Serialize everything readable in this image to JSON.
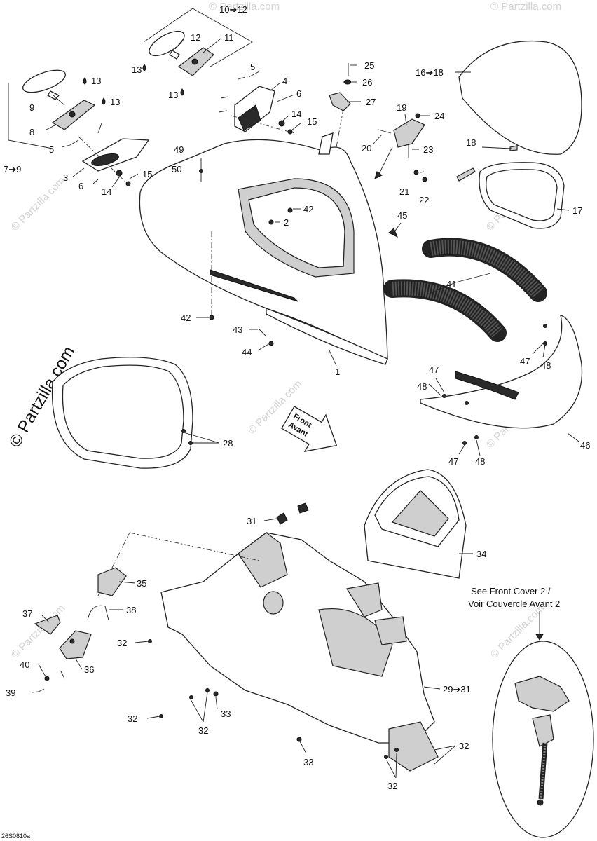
{
  "callouts": [
    {
      "id": "c-10-12",
      "text": "10➔12"
    },
    {
      "id": "c-12",
      "text": "12"
    },
    {
      "id": "c-11",
      "text": "11"
    },
    {
      "id": "c-13a",
      "text": "13"
    },
    {
      "id": "c-13b",
      "text": "13"
    },
    {
      "id": "c-13c",
      "text": "13"
    },
    {
      "id": "c-13d",
      "text": "13"
    },
    {
      "id": "c-9",
      "text": "9"
    },
    {
      "id": "c-8",
      "text": "8"
    },
    {
      "id": "c-7-9",
      "text": "7➔9"
    },
    {
      "id": "c-5a",
      "text": "5"
    },
    {
      "id": "c-5b",
      "text": "5"
    },
    {
      "id": "c-3",
      "text": "3"
    },
    {
      "id": "c-6a",
      "text": "6"
    },
    {
      "id": "c-14a",
      "text": "14"
    },
    {
      "id": "c-15a",
      "text": "15"
    },
    {
      "id": "c-4",
      "text": "4"
    },
    {
      "id": "c-6b",
      "text": "6"
    },
    {
      "id": "c-14b",
      "text": "14"
    },
    {
      "id": "c-15b",
      "text": "15"
    },
    {
      "id": "c-49",
      "text": "49"
    },
    {
      "id": "c-50",
      "text": "50"
    },
    {
      "id": "c-25",
      "text": "25"
    },
    {
      "id": "c-26",
      "text": "26"
    },
    {
      "id": "c-27",
      "text": "27"
    },
    {
      "id": "c-19",
      "text": "19"
    },
    {
      "id": "c-24",
      "text": "24"
    },
    {
      "id": "c-20",
      "text": "20"
    },
    {
      "id": "c-23",
      "text": "23"
    },
    {
      "id": "c-21",
      "text": "21"
    },
    {
      "id": "c-22",
      "text": "22"
    },
    {
      "id": "c-16-18",
      "text": "16➔18"
    },
    {
      "id": "c-18",
      "text": "18"
    },
    {
      "id": "c-17",
      "text": "17"
    },
    {
      "id": "c-42a",
      "text": "42"
    },
    {
      "id": "c-2",
      "text": "2"
    },
    {
      "id": "c-45",
      "text": "45"
    },
    {
      "id": "c-41",
      "text": "41"
    },
    {
      "id": "c-42b",
      "text": "42"
    },
    {
      "id": "c-43",
      "text": "43"
    },
    {
      "id": "c-44",
      "text": "44"
    },
    {
      "id": "c-1",
      "text": "1"
    },
    {
      "id": "c-47a",
      "text": "47"
    },
    {
      "id": "c-48a",
      "text": "48"
    },
    {
      "id": "c-47b",
      "text": "47"
    },
    {
      "id": "c-48b",
      "text": "48"
    },
    {
      "id": "c-47c",
      "text": "47"
    },
    {
      "id": "c-48c",
      "text": "48"
    },
    {
      "id": "c-46",
      "text": "46"
    },
    {
      "id": "c-28",
      "text": "28"
    },
    {
      "id": "c-31",
      "text": "31"
    },
    {
      "id": "c-34",
      "text": "34"
    },
    {
      "id": "c-35",
      "text": "35"
    },
    {
      "id": "c-37",
      "text": "37"
    },
    {
      "id": "c-38",
      "text": "38"
    },
    {
      "id": "c-32a",
      "text": "32"
    },
    {
      "id": "c-36",
      "text": "36"
    },
    {
      "id": "c-40",
      "text": "40"
    },
    {
      "id": "c-39",
      "text": "39"
    },
    {
      "id": "c-29-31",
      "text": "29➔31"
    },
    {
      "id": "c-32b",
      "text": "32"
    },
    {
      "id": "c-33a",
      "text": "33"
    },
    {
      "id": "c-32c",
      "text": "32"
    },
    {
      "id": "c-33b",
      "text": "33"
    },
    {
      "id": "c-32d",
      "text": "32"
    },
    {
      "id": "c-32e",
      "text": "32"
    }
  ],
  "front_arrow": {
    "line1": "Front",
    "line2": "Avant"
  },
  "note": {
    "line1": "See Front Cover 2 /",
    "line2": "Voir Couvercle Avant 2"
  },
  "watermark": {
    "big": "© Partzilla.com",
    "small": "© Partzilla.com"
  },
  "diagram_code": "26S0810a"
}
